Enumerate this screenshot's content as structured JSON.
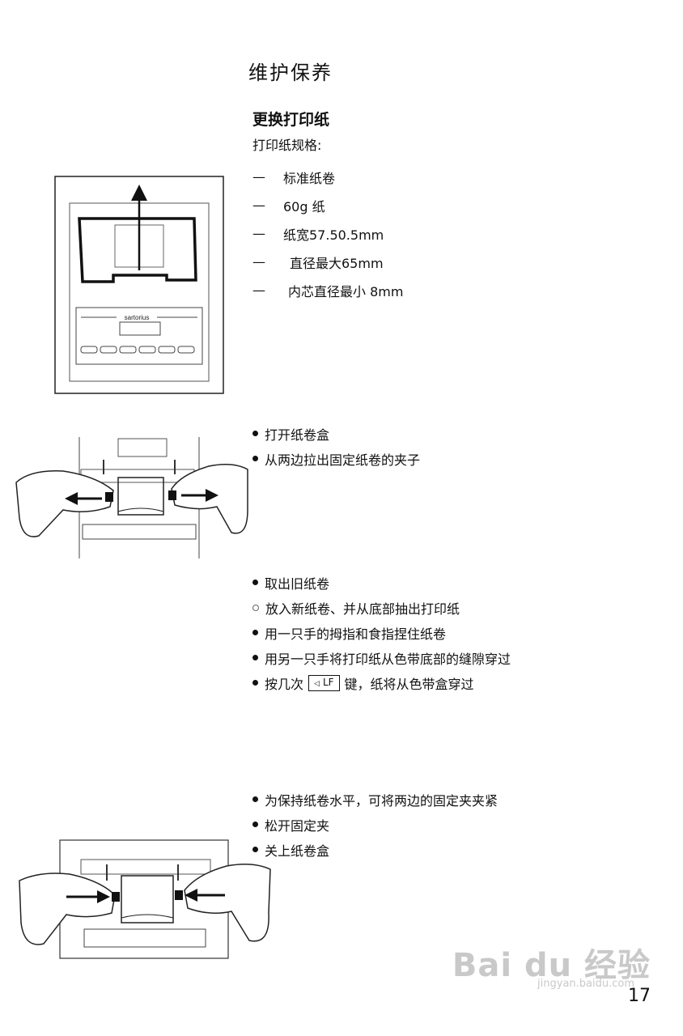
{
  "section_title": "维护保养",
  "subsection_title": "更换打印纸",
  "specs_label": "打印纸规格:",
  "specs": [
    {
      "dash": "—",
      "text": "标准纸卷"
    },
    {
      "dash": "—",
      "text": "60g 纸"
    },
    {
      "dash": "—",
      "text": "纸宽57.50.5mm"
    },
    {
      "dash": "—",
      "text": "直径最大65mm"
    },
    {
      "dash": "—",
      "text": "内芯直径最小 8mm"
    }
  ],
  "printer_brand": "sartorius",
  "step_group_1": [
    {
      "text": "打开纸卷盒"
    },
    {
      "text": "从两边拉出固定纸卷的夹子"
    }
  ],
  "step_group_2": [
    {
      "text": "取出旧纸卷"
    },
    {
      "text": "放入新纸卷、并从底部抽出打印纸"
    },
    {
      "text": "用一只手的拇指和食指捏住纸卷"
    },
    {
      "text": "用另一只手将打印纸从色带底部的缝隙穿过"
    },
    {
      "text_before": "按几次",
      "key_label": "LF",
      "text_after": "键，纸将从色带盒穿过"
    }
  ],
  "step_group_3": [
    {
      "text": "为保持纸卷水平，可将两边的固定夹夹紧"
    },
    {
      "text": "松开固定夹"
    },
    {
      "text": "关上纸卷盒"
    }
  ],
  "watermark": {
    "logo": "Bai du 经验",
    "url": "jingyan.baidu.com"
  },
  "page_number": "17"
}
